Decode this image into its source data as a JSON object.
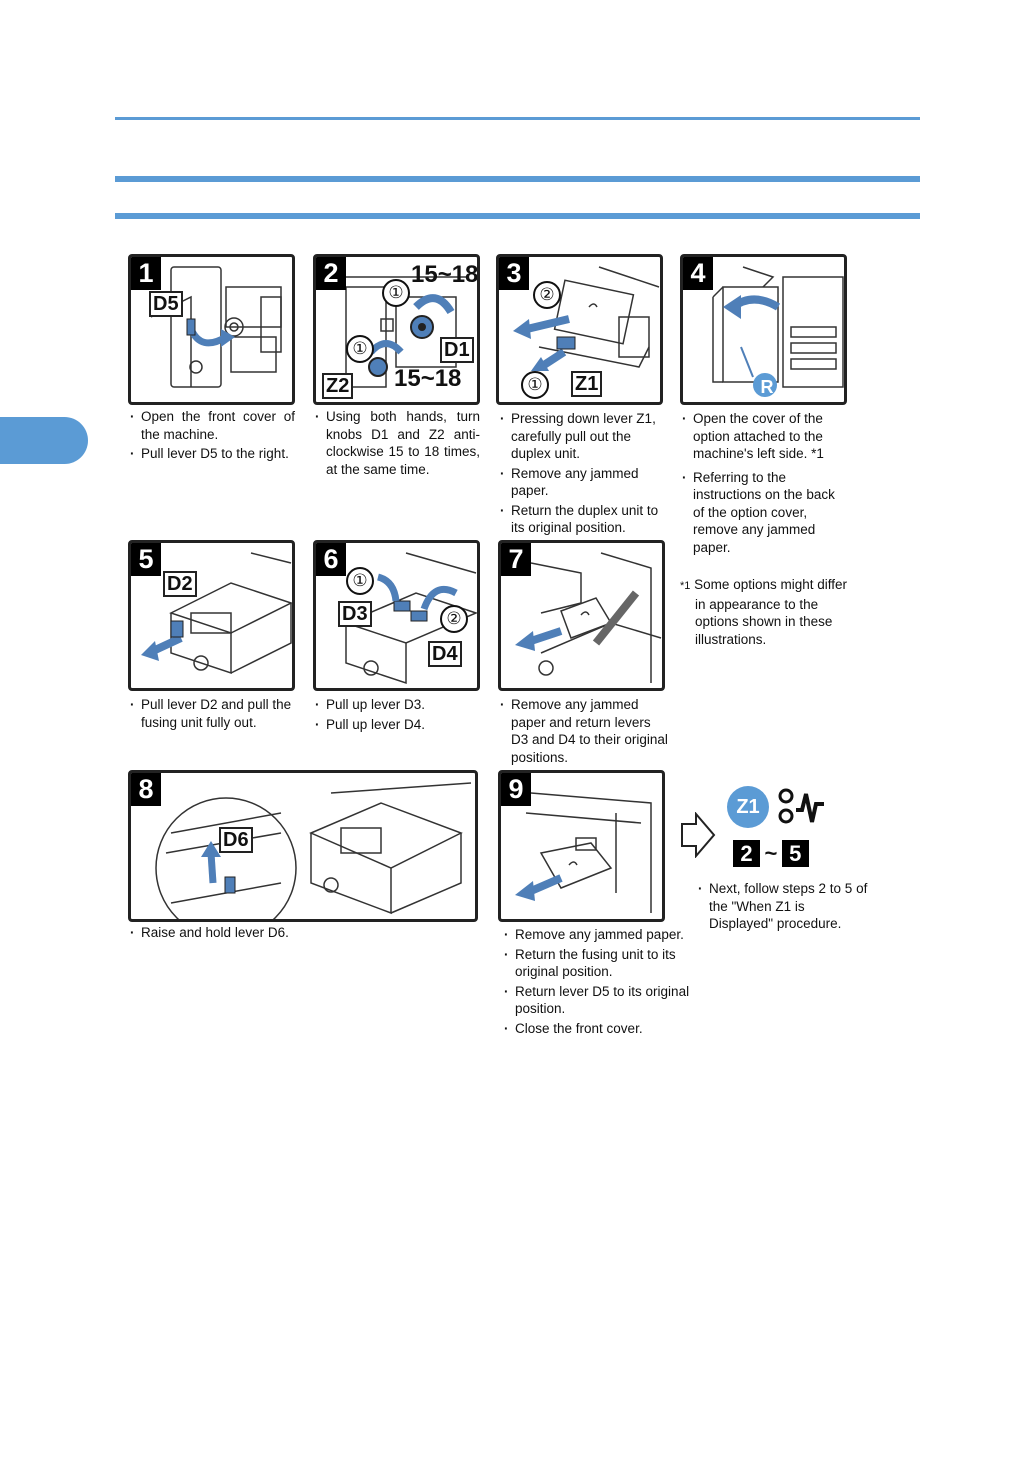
{
  "steps": [
    {
      "num": "1",
      "labels": [
        "D5"
      ],
      "captions": [
        "Open the front cover of the machine.",
        "Pull lever D5 to the right."
      ]
    },
    {
      "num": "2",
      "labels": [
        "D1",
        "Z2"
      ],
      "turns": "15~18",
      "circ": [
        "①",
        "①"
      ],
      "captions": [
        "Using both hands, turn knobs D1 and Z2 anti-clockwise 15 to 18 times, at the same time."
      ]
    },
    {
      "num": "3",
      "labels": [
        "Z1"
      ],
      "circ": [
        "②",
        "①"
      ],
      "captions": [
        "Pressing down lever Z1, carefully pull out the duplex unit.",
        "Remove any jammed paper.",
        "Return the duplex unit to its original position."
      ]
    },
    {
      "num": "4",
      "badge": "R",
      "captions": [
        "Open the cover of the option attached to the machine's left side. *1",
        "Referring to the instructions on the back of the option cover, remove any jammed paper."
      ]
    },
    {
      "num": "5",
      "labels": [
        "D2"
      ],
      "captions": [
        "Pull lever D2 and pull the fusing unit fully out."
      ]
    },
    {
      "num": "6",
      "labels": [
        "D3",
        "D4"
      ],
      "circ": [
        "①",
        "②"
      ],
      "captions": [
        "Pull up lever D3.",
        "Pull up lever D4."
      ]
    },
    {
      "num": "7",
      "captions": [
        "Remove any jammed paper and return levers D3 and D4 to their original positions."
      ]
    },
    {
      "num": "8",
      "labels": [
        "D6"
      ],
      "captions": [
        "Raise and hold lever D6."
      ]
    },
    {
      "num": "9",
      "captions": [
        "Remove any jammed paper.",
        "Return the fusing unit to its original position.",
        "Return lever D5 to its original position.",
        "Close the front cover."
      ]
    }
  ],
  "footnote": {
    "mark": "*1",
    "text": "Some options might differ in appearance to the options shown in these illustrations."
  },
  "next": {
    "badge": "Z1",
    "range_from": "2",
    "range_sep": "~",
    "range_to": "5",
    "caption": "Next, follow steps 2 to 5 of the \"When Z1 is Displayed\" procedure."
  },
  "colors": {
    "accent": "#5b9bd5",
    "arrow": "#4f7fb8"
  }
}
